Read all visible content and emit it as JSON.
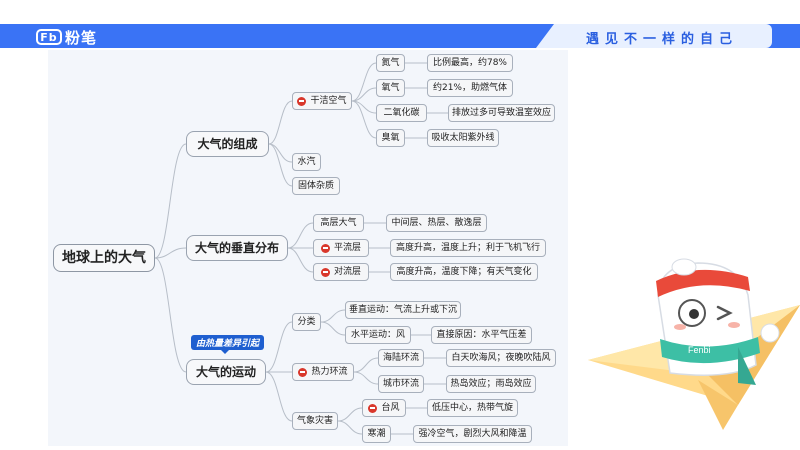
{
  "header": {
    "logo": "粉笔",
    "logo_mark": "Fb",
    "slogan": "遇见不一样的自己"
  },
  "colors": {
    "brand_blue": "#3a73f5",
    "slogan_bg": "#e8f0ff",
    "badge_blue": "#1f5fd0",
    "flag_red": "#d9372b",
    "line": "#b7bec8"
  },
  "mindmap": {
    "root": "地球上的大气",
    "composition": {
      "label": "大气的组成",
      "dry_air": "干洁空气",
      "nitrogen": "氮气",
      "nitrogen_note": "比例最高，约78%",
      "oxygen": "氧气",
      "oxygen_note": "约21%，助燃气体",
      "co2": "二氧化碳",
      "co2_note": "排放过多可导致温室效应",
      "ozone": "臭氧",
      "ozone_note": "吸收太阳紫外线",
      "water_vapor": "水汽",
      "solids": "固体杂质"
    },
    "vertical": {
      "label": "大气的垂直分布",
      "upper": "高层大气",
      "upper_note": "中间层、热层、散逸层",
      "strato": "平流层",
      "strato_note": "高度升高，温度上升；利于飞机飞行",
      "tropo": "对流层",
      "tropo_note": "高度升高，温度下降；有天气变化"
    },
    "motion": {
      "label": "大气的运动",
      "badge": "由热量差异引起",
      "classify": "分类",
      "vertical_motion": "垂直运动：气流上升或下沉",
      "horizontal_motion": "水平运动：风",
      "horizontal_note": "直接原因：水平气压差",
      "thermal": "热力环流",
      "sea_land": "海陆环流",
      "sea_land_note": "白天吹海风；夜晚吹陆风",
      "urban": "城市环流",
      "urban_note": "热岛效应；雨岛效应",
      "disaster": "气象灾害",
      "typhoon": "台风",
      "typhoon_note": "低压中心，热带气旋",
      "cold_wave": "寒潮",
      "cold_wave_note": "强冷空气，剧烈大风和降温"
    }
  },
  "mascot": {
    "name": "fenbi-mascot",
    "scarf_text": "Fenbi"
  }
}
